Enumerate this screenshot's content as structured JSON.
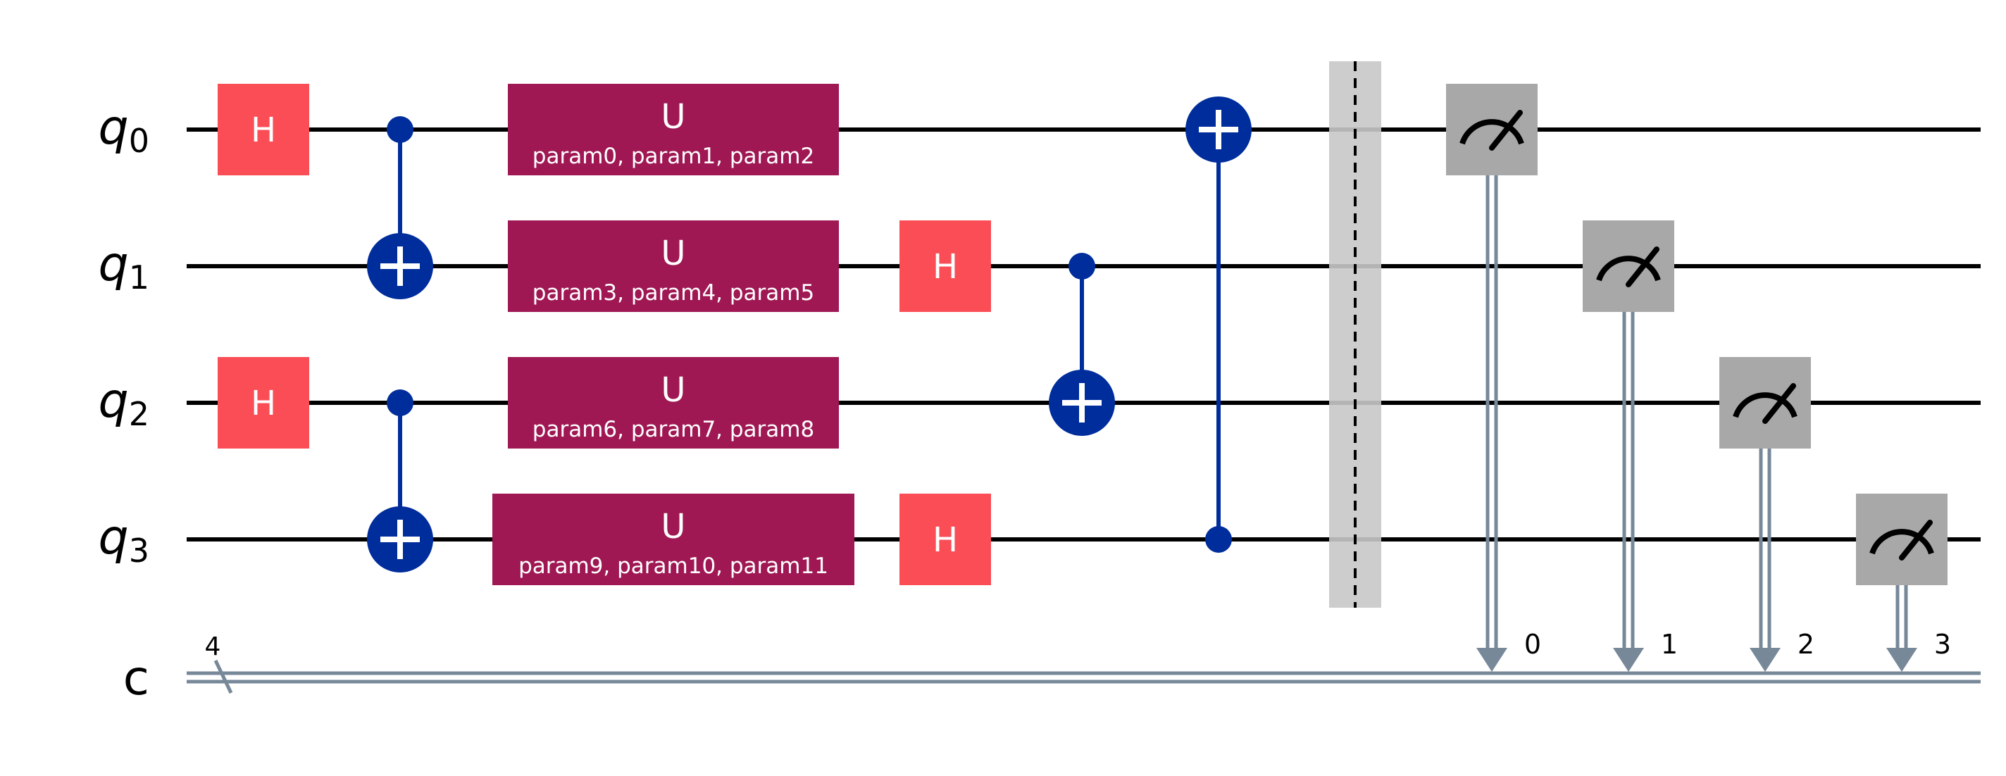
{
  "circuit": {
    "qubits": [
      {
        "name": "q",
        "index": "0"
      },
      {
        "name": "q",
        "index": "1"
      },
      {
        "name": "q",
        "index": "2"
      },
      {
        "name": "q",
        "index": "3"
      }
    ],
    "classical_register": {
      "name": "c",
      "size": "4"
    },
    "colors": {
      "wire": "#000000",
      "classical_wire": "#778899",
      "hadamard": "#fa4d56",
      "unitary": "#9f1853",
      "cnot": "#002d9c",
      "measure": "#a8a8a8",
      "barrier": "#c8c8c8"
    },
    "gates": [
      {
        "type": "h",
        "label": "H",
        "qubit": 0,
        "column": 0
      },
      {
        "type": "h",
        "label": "H",
        "qubit": 2,
        "column": 0
      },
      {
        "type": "cx",
        "control": 0,
        "target": 1,
        "column": 1
      },
      {
        "type": "cx",
        "control": 2,
        "target": 3,
        "column": 1
      },
      {
        "type": "u",
        "label": "U",
        "params": "param0, param1, param2",
        "qubit": 0,
        "column": 2
      },
      {
        "type": "u",
        "label": "U",
        "params": "param3, param4, param5",
        "qubit": 1,
        "column": 2
      },
      {
        "type": "u",
        "label": "U",
        "params": "param6, param7, param8",
        "qubit": 2,
        "column": 2
      },
      {
        "type": "u",
        "label": "U",
        "params": "param9, param10, param11",
        "qubit": 3,
        "column": 2
      },
      {
        "type": "h",
        "label": "H",
        "qubit": 1,
        "column": 3
      },
      {
        "type": "h",
        "label": "H",
        "qubit": 3,
        "column": 3
      },
      {
        "type": "cx",
        "control": 1,
        "target": 2,
        "column": 4
      },
      {
        "type": "cx",
        "control": 3,
        "target": 0,
        "column": 5
      },
      {
        "type": "barrier",
        "qubits": [
          0,
          1,
          2,
          3
        ],
        "column": 6
      },
      {
        "type": "measure",
        "qubit": 0,
        "clbit": "0",
        "column": 7
      },
      {
        "type": "measure",
        "qubit": 1,
        "clbit": "1",
        "column": 8
      },
      {
        "type": "measure",
        "qubit": 2,
        "clbit": "2",
        "column": 9
      },
      {
        "type": "measure",
        "qubit": 3,
        "clbit": "3",
        "column": 10
      }
    ]
  }
}
